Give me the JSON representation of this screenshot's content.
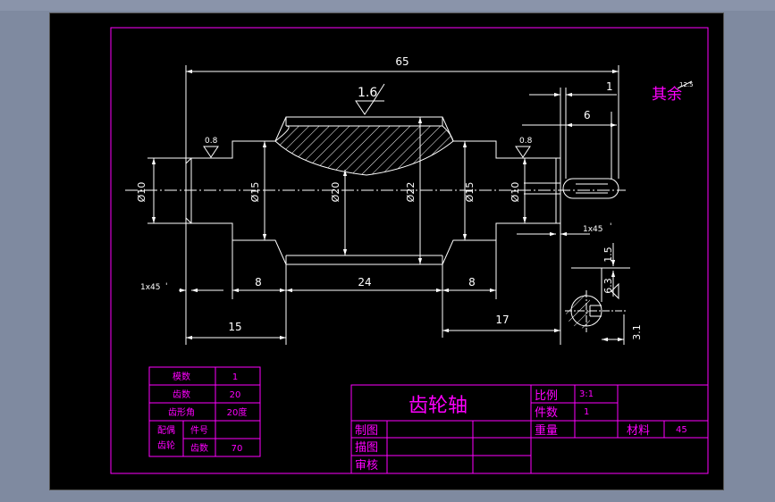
{
  "drawing": {
    "part_name": "齿轮轴",
    "roughness_note": {
      "label": "其余",
      "value": "12.5"
    },
    "roughness_values": {
      "middle": "1.6",
      "left": "0.8",
      "right": "0.8"
    },
    "dimensions": {
      "overall_length": "65",
      "keyway_offset": "1",
      "keyway_length": "6",
      "diam_left_end": "Ø10",
      "diam_left_shoulder": "Ø15",
      "diam_root": "Ø20",
      "diam_tip": "Ø22",
      "diam_right_shoulder": "Ø15",
      "diam_right_end": "Ø10",
      "chamfer_left": "1x45",
      "chamfer_right": "1x45",
      "len_left_shoulder": "8",
      "len_gear": "24",
      "len_right_shoulder": "8",
      "len_left_total": "15",
      "len_right_total": "17",
      "section_depth_a": "1.5",
      "section_depth_b": "6.3",
      "section_width": "3.1",
      "chamfer_mark": "'"
    }
  },
  "gear_table": {
    "rows": [
      {
        "label": "模数",
        "value": "1"
      },
      {
        "label": "齿数",
        "value": "20"
      },
      {
        "label": "齿形角",
        "value": "20度"
      }
    ],
    "mating": {
      "group_label_1": "配偶",
      "group_label_2": "齿轮",
      "part_no_label": "件号",
      "part_no_value": "",
      "teeth_label": "齿数",
      "teeth_value": "70"
    }
  },
  "title_block": {
    "title": "齿轮轴",
    "scale_label": "比例",
    "scale_value": "3:1",
    "qty_label": "件数",
    "qty_value": "1",
    "weight_label": "重量",
    "material_label": "材料",
    "material_value": "45",
    "drawn_label": "制图",
    "traced_label": "描图",
    "checked_label": "审核"
  },
  "colors": {
    "background": "#000000",
    "geometry": "#ffffff",
    "annotation": "#ff00ff",
    "outer": "#7f8aa0"
  }
}
